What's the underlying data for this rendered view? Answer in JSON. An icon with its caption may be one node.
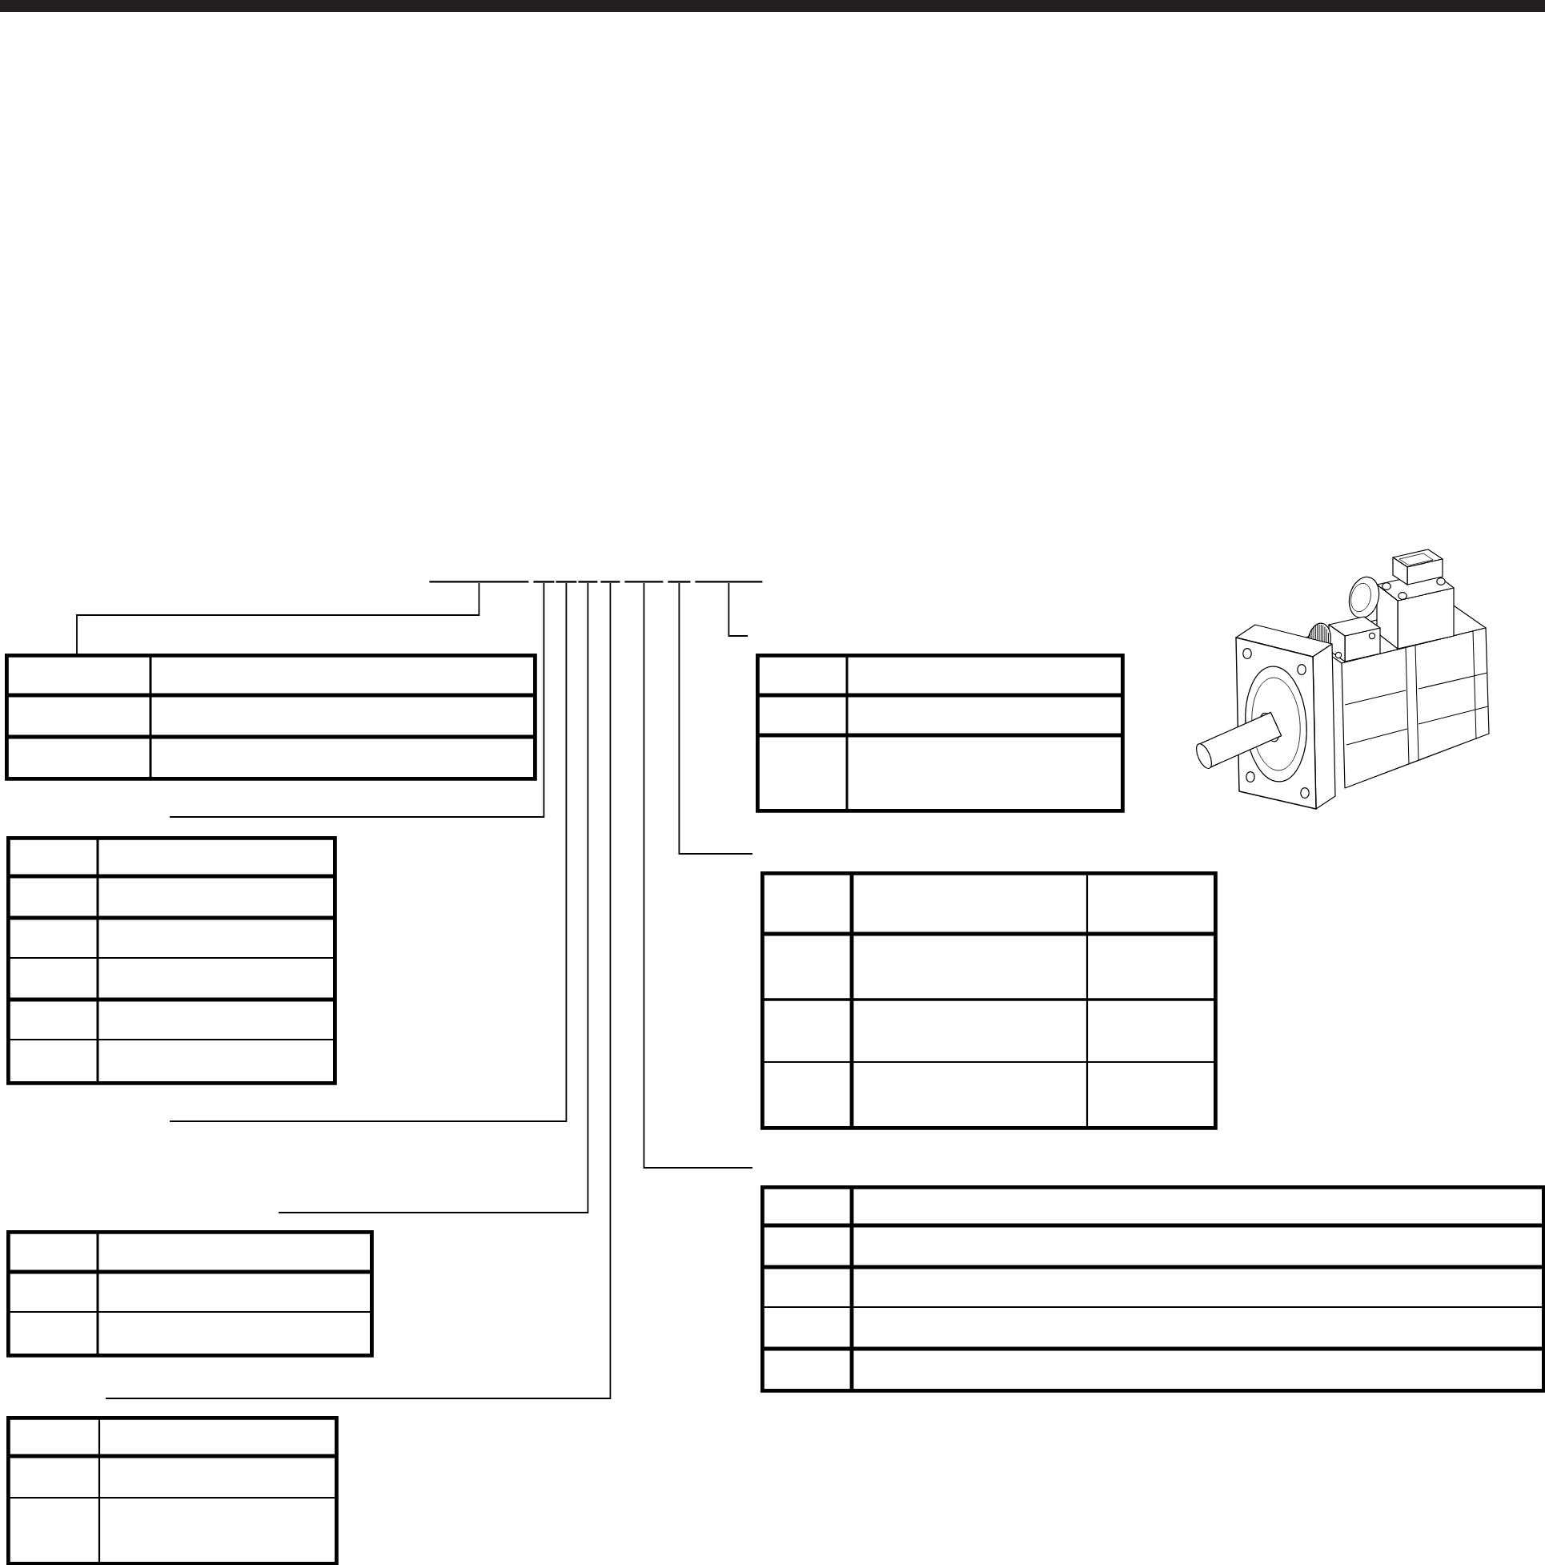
{
  "diagram": {
    "nodes": [
      {
        "text": [],
        "shape": "bar"
      },
      {
        "text": [],
        "shape": "bar"
      },
      {
        "text": [],
        "shape": "bar"
      },
      {
        "text": [],
        "shape": "bar"
      },
      {
        "text": [],
        "shape": "bar"
      },
      {
        "text": [],
        "shape": "bar"
      },
      {
        "text": [],
        "shape": "bar"
      },
      {
        "text": [],
        "shape": "bar"
      },
      {
        "text": [],
        "shape": "table"
      },
      {
        "text": [],
        "shape": "table"
      },
      {
        "text": [],
        "shape": "table"
      },
      {
        "text": [],
        "shape": "table"
      },
      {
        "text": [],
        "shape": "table"
      },
      {
        "text": [],
        "shape": "table"
      },
      {
        "text": [],
        "shape": "table"
      }
    ],
    "edges": [
      {
        "from": 0,
        "to": 8,
        "arrow": "none"
      },
      {
        "from": 1,
        "to": 10,
        "arrow": "none"
      },
      {
        "from": 2,
        "to": null,
        "arrow": "none"
      },
      {
        "from": 3,
        "to": 13,
        "arrow": "none"
      },
      {
        "from": 4,
        "to": 14,
        "arrow": "none"
      },
      {
        "from": 5,
        "to": 12,
        "arrow": "none"
      },
      {
        "from": 6,
        "to": 11,
        "arrow": "none"
      },
      {
        "from": 7,
        "to": 9,
        "arrow": "none"
      }
    ]
  }
}
